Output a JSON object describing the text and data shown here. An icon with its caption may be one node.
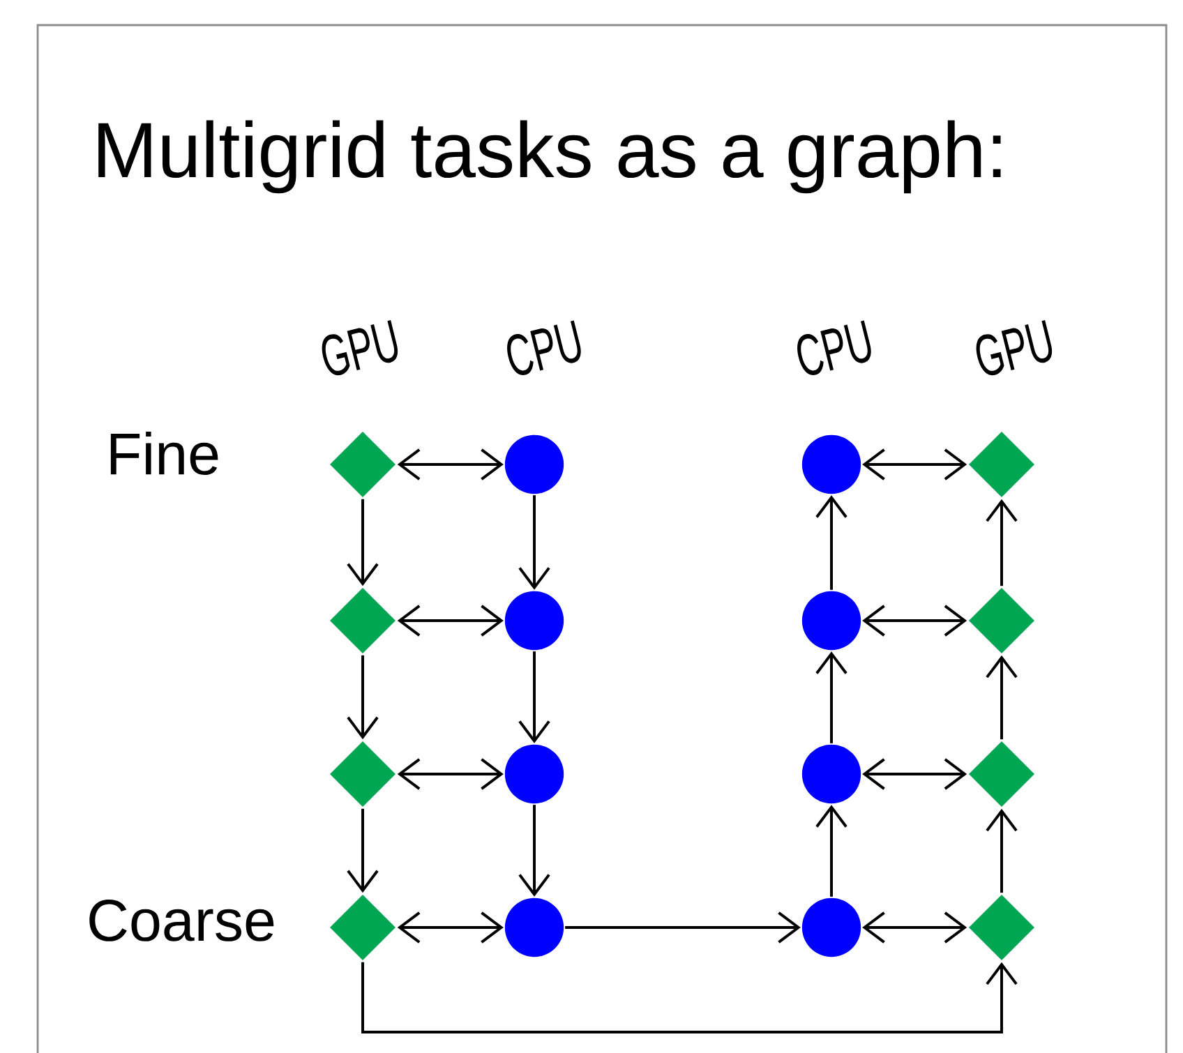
{
  "diagram": {
    "title": "Multigrid tasks as a graph:",
    "nodes": [
      {
        "text": [],
        "shape": "diamond"
      },
      {
        "text": [],
        "shape": "circle"
      },
      {
        "text": [],
        "shape": "circle"
      },
      {
        "text": [],
        "shape": "diamond"
      },
      {
        "text": [],
        "shape": "diamond"
      },
      {
        "text": [],
        "shape": "circle"
      },
      {
        "text": [],
        "shape": "circle"
      },
      {
        "text": [],
        "shape": "diamond"
      },
      {
        "text": [],
        "shape": "diamond"
      },
      {
        "text": [],
        "shape": "circle"
      },
      {
        "text": [],
        "shape": "circle"
      },
      {
        "text": [],
        "shape": "diamond"
      },
      {
        "text": [],
        "shape": "diamond"
      },
      {
        "text": [],
        "shape": "circle"
      },
      {
        "text": [],
        "shape": "circle"
      },
      {
        "text": [],
        "shape": "diamond"
      }
    ],
    "edges": [
      {
        "from": 0,
        "to": 1,
        "arrow": "both"
      },
      {
        "from": 2,
        "to": 3,
        "arrow": "both"
      },
      {
        "from": 4,
        "to": 5,
        "arrow": "both"
      },
      {
        "from": 6,
        "to": 7,
        "arrow": "both"
      },
      {
        "from": 8,
        "to": 9,
        "arrow": "both"
      },
      {
        "from": 10,
        "to": 11,
        "arrow": "both"
      },
      {
        "from": 12,
        "to": 13,
        "arrow": "both"
      },
      {
        "from": 14,
        "to": 15,
        "arrow": "both"
      },
      {
        "from": 0,
        "to": 4,
        "arrow": "to"
      },
      {
        "from": 4,
        "to": 8,
        "arrow": "to"
      },
      {
        "from": 8,
        "to": 12,
        "arrow": "to"
      },
      {
        "from": 1,
        "to": 5,
        "arrow": "to"
      },
      {
        "from": 5,
        "to": 9,
        "arrow": "to"
      },
      {
        "from": 9,
        "to": 13,
        "arrow": "to"
      },
      {
        "from": 6,
        "to": 2,
        "arrow": "to"
      },
      {
        "from": 10,
        "to": 6,
        "arrow": "to"
      },
      {
        "from": 14,
        "to": 10,
        "arrow": "to"
      },
      {
        "from": 7,
        "to": 3,
        "arrow": "to"
      },
      {
        "from": 11,
        "to": 7,
        "arrow": "to"
      },
      {
        "from": 15,
        "to": 11,
        "arrow": "to"
      },
      {
        "from": 13,
        "to": 14,
        "arrow": "to"
      },
      {
        "from": 12,
        "to": 15,
        "arrow": "to"
      }
    ],
    "labels": [
      "GPU",
      "CPU",
      "CPU",
      "GPU",
      "Fine",
      "Coarse"
    ]
  }
}
